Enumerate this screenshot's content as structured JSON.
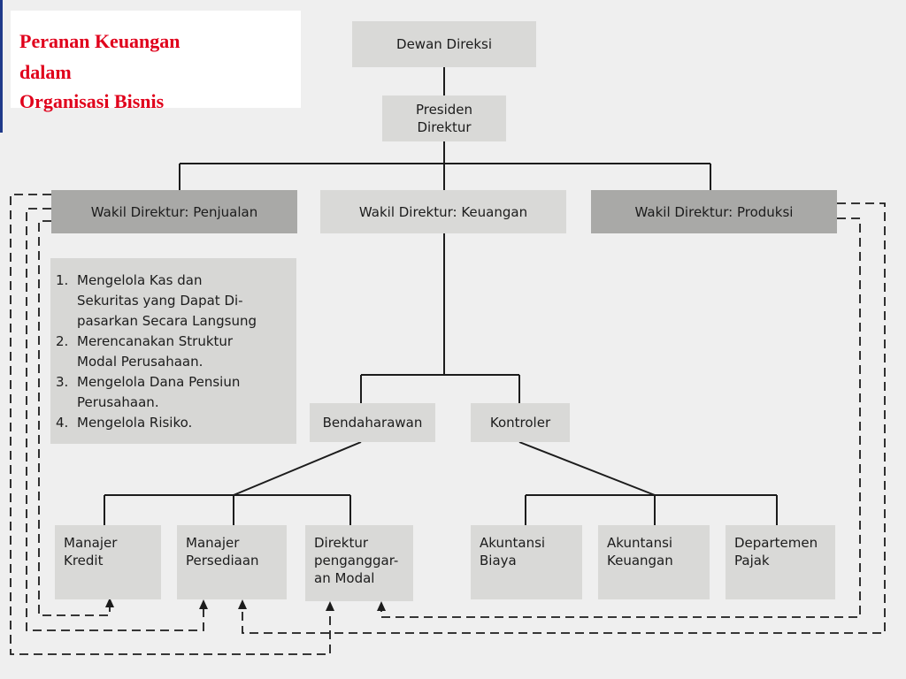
{
  "title": {
    "line1": "Peranan Keuangan",
    "line2": "dalam",
    "line3": "Organisasi Bisnis"
  },
  "colors": {
    "title": "#e0001b",
    "box": "#d9d9d7",
    "box_dark": "#a9a9a7",
    "line": "#1c1c1c",
    "slide_edge": "#1f3a8a"
  },
  "org": {
    "board": "Dewan Direksi",
    "president": "Presiden\nDirektur",
    "vp_sales": "Wakil Direktur: Penjualan",
    "vp_finance": "Wakil Direktur: Keuangan",
    "vp_production": "Wakil Direktur: Produksi",
    "treasurer": "Bendaharawan",
    "controller": "Kontroler",
    "credit_manager": "Manajer\nKredit",
    "inventory_manager": "Manajer\nPersediaan",
    "capital_budget_director": "Direktur\npenganggar-\nan Modal",
    "cost_accounting": "Akuntansi\nBiaya",
    "financial_accounting": "Akuntansi\nKeuangan",
    "tax_department": "Departemen\nPajak"
  },
  "duties": [
    {
      "num": "1.",
      "text": "Mengelola Kas dan\nSekuritas yang Dapat Di-\npasarkan Secara Langsung"
    },
    {
      "num": "2.",
      "text": "Merencanakan Struktur\nModal Perusahaan."
    },
    {
      "num": "3.",
      "text": "Mengelola Dana Pensiun\nPerusahaan."
    },
    {
      "num": "4.",
      "text": "Mengelola Risiko."
    }
  ]
}
